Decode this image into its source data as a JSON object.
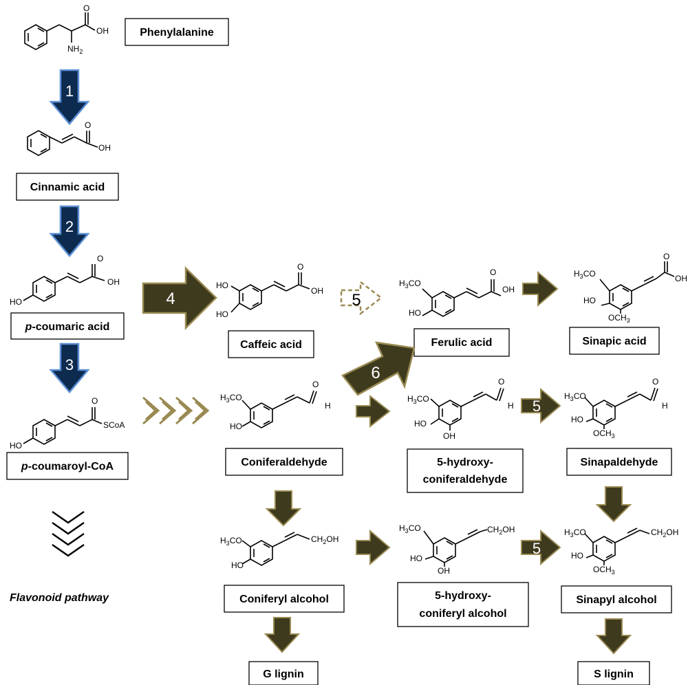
{
  "compounds": {
    "phenylalanine": "Phenylalanine",
    "cinnamic_acid": "Cinnamic acid",
    "p_coumaric_prefix": "p",
    "p_coumaric_rest": "-coumaric acid",
    "p_coumaroyl_prefix": "p",
    "p_coumaroyl_rest": "-coumaroyl-CoA",
    "caffeic_acid": "Caffeic acid",
    "ferulic_acid": "Ferulic acid",
    "sinapic_acid": "Sinapic acid",
    "coniferaldehyde": "Coniferaldehyde",
    "hydroxyconiferaldehyde_line1": "5-hydroxy-",
    "hydroxyconiferaldehyde_line2": "coniferaldehyde",
    "sinapaldehyde": "Sinapaldehyde",
    "coniferyl_alcohol": "Coniferyl alcohol",
    "hydroxyconiferyl_alcohol_line1": "5-hydroxy-",
    "hydroxyconiferyl_alcohol_line2": "coniferyl alcohol",
    "sinapyl_alcohol": "Sinapyl alcohol",
    "g_lignin": "G lignin",
    "s_lignin": "S lignin",
    "flavonoid_pathway": "Flavonoid pathway"
  },
  "steps": {
    "step1": "1",
    "step2": "2",
    "step3": "3",
    "step4": "4",
    "step5_dashed": "5",
    "step6": "6",
    "step5_sinapaldehyde": "5",
    "step5_sinapyl": "5"
  },
  "chem_labels": {
    "oh": "OH",
    "o": "O",
    "ho": "HO",
    "nh2": "NH",
    "nh2_sub": "2",
    "h3co": "H",
    "h3co_sub": "3",
    "h3co_rest": "CO",
    "och3": "OCH",
    "och3_sub": "3",
    "h": "H",
    "scoa": "SCoA",
    "ch2oh_a": "CH",
    "ch2oh_sub": "2",
    "ch2oh_b": "OH"
  },
  "colors": {
    "navy_arrow": "#0d2a4f",
    "navy_border": "#5b8fd4",
    "olive_arrow": "#3d3a1e",
    "olive_border": "#9a8a52",
    "chevron_outline": "#9a8a52"
  }
}
